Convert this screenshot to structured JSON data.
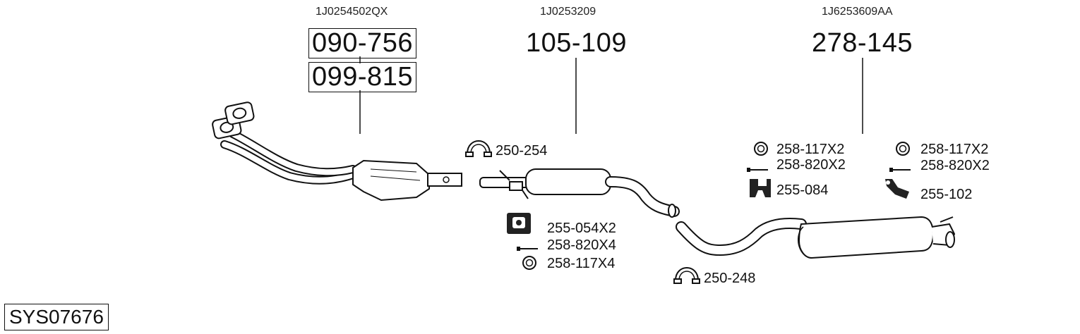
{
  "oem_numbers": {
    "cat": "1J0254502QX",
    "middle": "1J0253209",
    "rear": "1J6253609AA"
  },
  "part_numbers": {
    "cat_primary": "090-756",
    "cat_secondary": "099-815",
    "middle": "105-109",
    "rear": "278-145"
  },
  "fitting_labels": {
    "clamp_front": "250-254",
    "clamp_rear": "250-248",
    "mid_rubber": "255-054X2",
    "mid_bolt": "258-820X4",
    "mid_ring": "258-117X4",
    "rear_ring_1": "258-117X2",
    "rear_bolt_1": "258-820X2",
    "rear_rubber_1": "255-084",
    "rear_ring_2": "258-117X2",
    "rear_bolt_2": "258-820X2",
    "rear_bracket_2": "255-102"
  },
  "system_code": "SYS07676"
}
